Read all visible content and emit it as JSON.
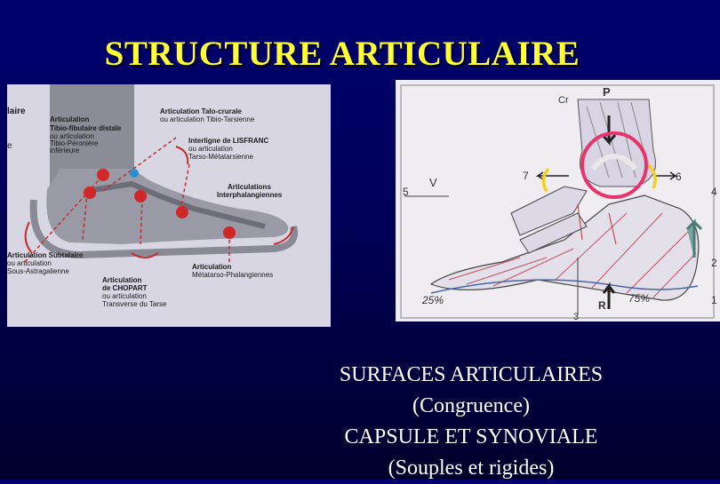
{
  "slide": {
    "title": "STRUCTURE ARTICULAIRE",
    "title_color": "#ffff33",
    "background_color": "#000064",
    "caption_lines": [
      "SURFACES ARTICULAIRES",
      "(Congruence)",
      "CAPSULE ET SYNOVIALE",
      "(Souples et rigides)"
    ]
  },
  "left_figure": {
    "labels": {
      "edge_top": "laire",
      "edge_mid": "e",
      "tibio_fib_1": "Articulation",
      "tibio_fib_2": "Tibio-fibulaire distale",
      "tibio_fib_3": "ou articulation",
      "tibio_fib_4": "Tibio-Péronière",
      "tibio_fib_5": "inférieure",
      "talo_1": "Articulation Talo-crurale",
      "talo_2": "ou articulation Tibio-Tarsienne",
      "lisfranc_1": "Interligne de LISFRANC",
      "lisfranc_2": "ou articulation",
      "lisfranc_3": "Tarso-Métatarsienne",
      "interph_1": "Articulations",
      "interph_2": "Interphalangiennes",
      "subtalaire_1": "Articulation Subtalaire",
      "subtalaire_2": "ou articulation",
      "subtalaire_3": "Sous-Astragalienne",
      "chopart_1": "Articulation",
      "chopart_2": "de CHOPART",
      "chopart_3": "ou articulation",
      "chopart_4": "Transverse du Tarse",
      "metatarso_1": "Articulation",
      "metatarso_2": "Métatarso-Phalangiennes"
    }
  },
  "right_figure": {
    "labels": {
      "cr": "Cr",
      "p": "P",
      "seven": "7",
      "six": "6",
      "five": "5",
      "v": "V",
      "four": "4",
      "two": "2",
      "one": "1",
      "three": "3",
      "r": "R",
      "pct_left": "25%",
      "pct_right": "75%"
    }
  }
}
